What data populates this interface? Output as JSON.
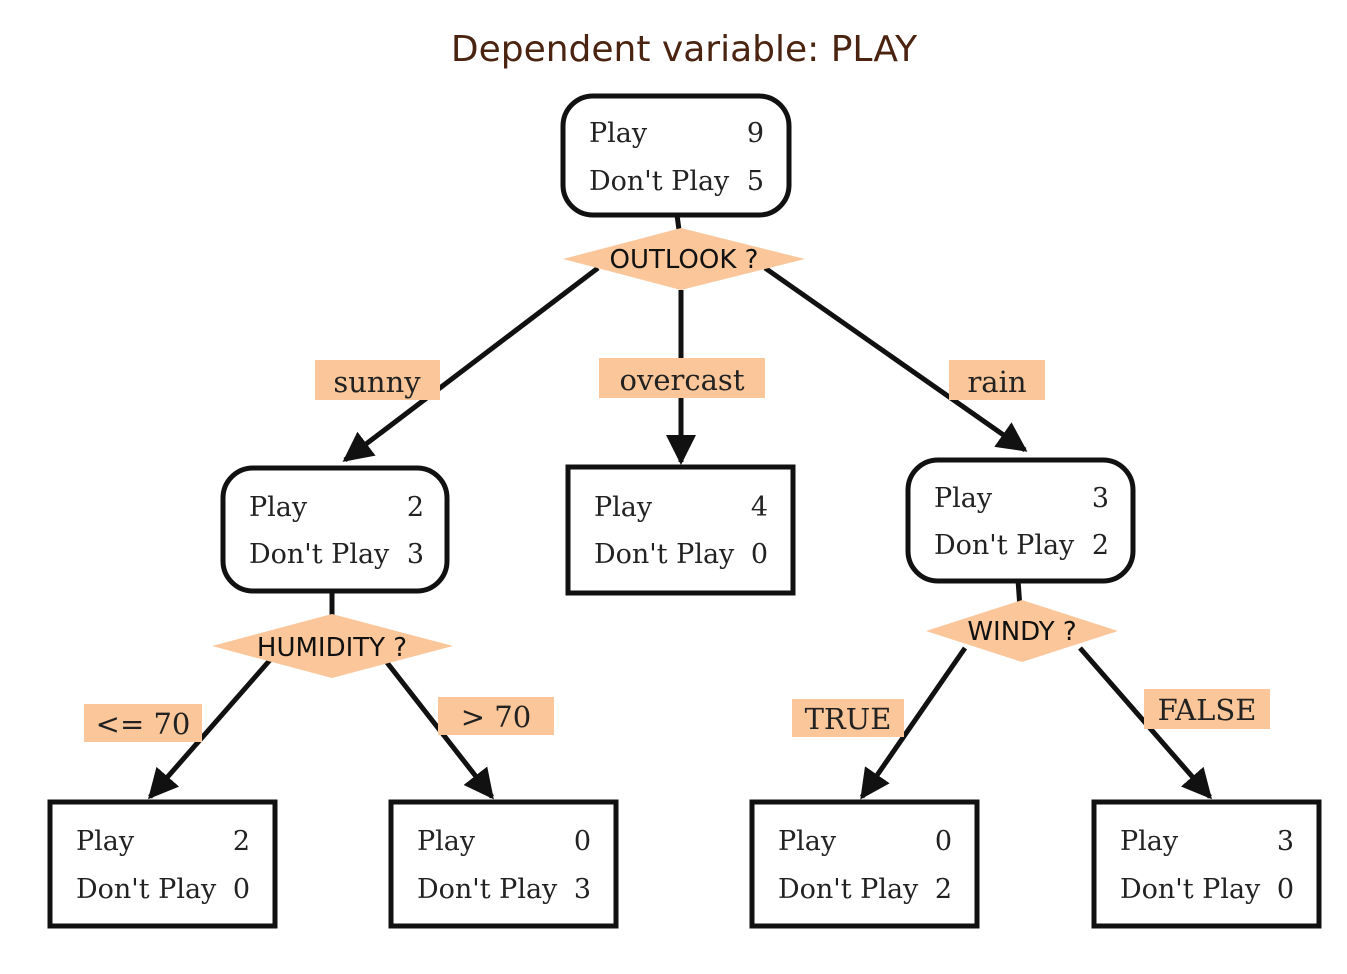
{
  "title": "Dependent variable: PLAY",
  "nodes": {
    "root": {
      "row1_label": "Play",
      "row1_value": "9",
      "row2_label": "Don't Play",
      "row2_value": "5"
    },
    "sunny": {
      "row1_label": "Play",
      "row1_value": "2",
      "row2_label": "Don't Play",
      "row2_value": "3"
    },
    "overcast": {
      "row1_label": "Play",
      "row1_value": "4",
      "row2_label": "Don't Play",
      "row2_value": "0"
    },
    "rain": {
      "row1_label": "Play",
      "row1_value": "3",
      "row2_label": "Don't Play",
      "row2_value": "2"
    },
    "humidity_low": {
      "row1_label": "Play",
      "row1_value": "2",
      "row2_label": "Don't Play",
      "row2_value": "0"
    },
    "humidity_high": {
      "row1_label": "Play",
      "row1_value": "0",
      "row2_label": "Don't Play",
      "row2_value": "3"
    },
    "windy_true": {
      "row1_label": "Play",
      "row1_value": "0",
      "row2_label": "Don't Play",
      "row2_value": "2"
    },
    "windy_false": {
      "row1_label": "Play",
      "row1_value": "3",
      "row2_label": "Don't Play",
      "row2_value": "0"
    }
  },
  "conditions": {
    "outlook": "OUTLOOK ?",
    "humidity": "HUMIDITY ?",
    "windy": "WINDY ?"
  },
  "edge_labels": {
    "sunny": "sunny",
    "overcast": "overcast",
    "rain": "rain",
    "le70": "<= 70",
    "gt70": "> 70",
    "true": "TRUE",
    "false": "FALSE"
  },
  "colors": {
    "accent": "#fbc69a",
    "title": "#4a2410",
    "stroke": "#111111"
  }
}
